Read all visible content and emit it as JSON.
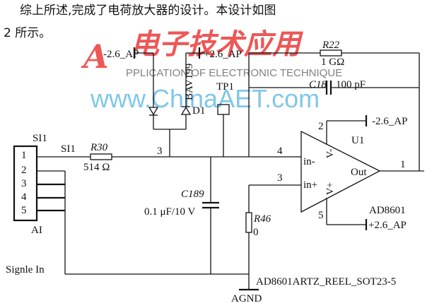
{
  "intro": {
    "line1": "综上所述,完成了电荷放大器的设计。本设计如图",
    "line2": "2 所示。"
  },
  "watermark": {
    "logo_glyph": "A",
    "chinese": "电子技术应用",
    "english": "PPLICATION OF ELECTRONIC TECHNIQUE",
    "site": "www.ChinaAET.com"
  },
  "connector": {
    "ref": "SI1",
    "footer": "AI",
    "pins": [
      "1",
      "2",
      "3",
      "4",
      "5"
    ]
  },
  "net": {
    "si1": "SI1",
    "signal_in": "Signle In",
    "agnd": "AGND",
    "tp1": "TP1",
    "node3": "3",
    "node4": "4"
  },
  "components": {
    "r30": {
      "ref": "R30",
      "value": "514 Ω"
    },
    "r22": {
      "ref": "R22",
      "value": "1 GΩ"
    },
    "c18": {
      "ref": "C18",
      "value": "100 pF"
    },
    "c189": {
      "ref": "C189",
      "value": "0.1 μF/10 V"
    },
    "r46": {
      "ref": "R46",
      "value": "0"
    },
    "d1": {
      "ref": "D1",
      "part": "BAV199"
    }
  },
  "power": {
    "neg_top": "-2.6_AP",
    "pos_top": "+2.6_AP",
    "neg_right": "-2.6_AP",
    "pos_right": "+2.6_AP"
  },
  "opamp": {
    "ref": "U1",
    "part": "AD8601",
    "full_part": "AD8601ARTZ_REEL_SOT23-5",
    "in_minus": "in-",
    "in_plus": "in+",
    "out": "Out",
    "v_minus": "V-",
    "v_plus": "V+",
    "pin_in_minus": "4",
    "pin_in_plus": "3",
    "pin_out": "1",
    "pin_vneg": "2",
    "pin_vpos": "5"
  }
}
